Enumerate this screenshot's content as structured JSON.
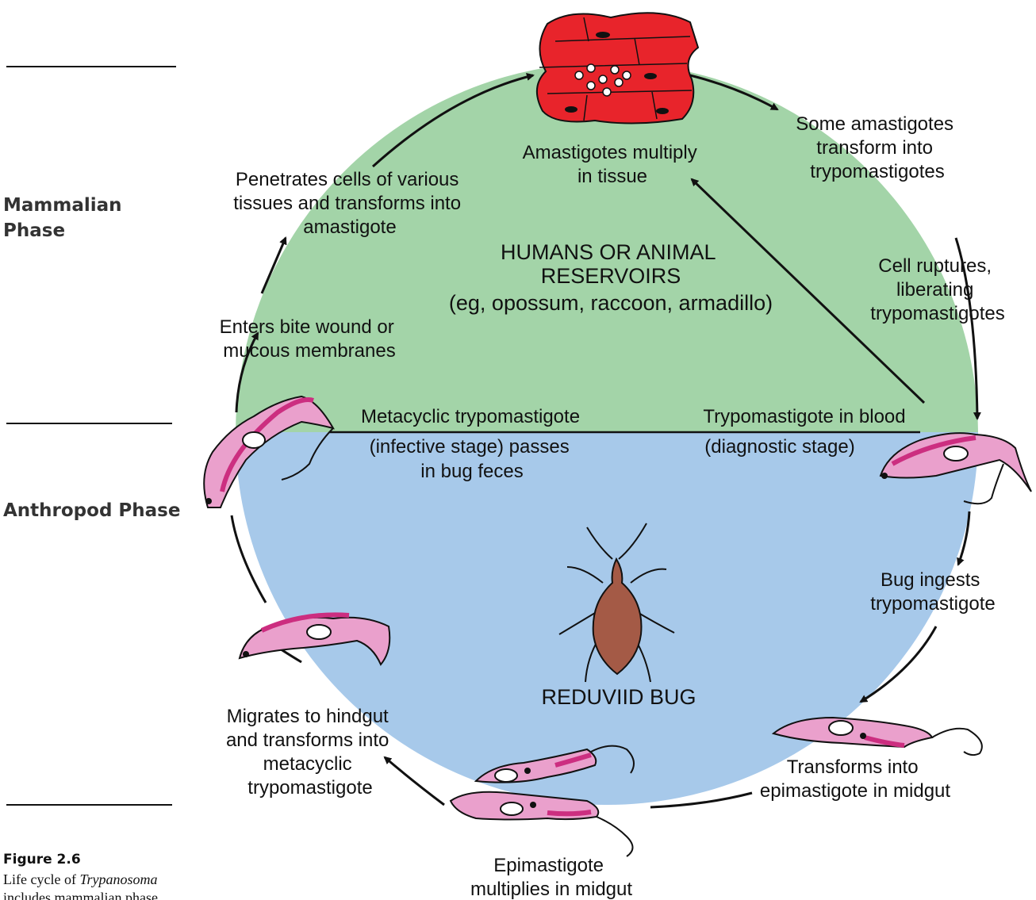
{
  "side_labels": {
    "mammalian": [
      "Mammalian",
      "Phase"
    ],
    "arthropod": "Anthropod Phase"
  },
  "figure": {
    "number": "Figure 2.6",
    "caption_prefix": "Life cycle of ",
    "caption_italic": "Trypanosoma",
    "caption_line2": "includes mammalian phase"
  },
  "center": {
    "hosts": [
      "HUMANS OR ANIMAL",
      "RESERVOIRS",
      "(eg, opossum, raccoon, armadillo)"
    ],
    "bug": "REDUVIID BUG"
  },
  "stages": {
    "amastigotes_multiply": [
      "Amastigotes multiply",
      "in tissue"
    ],
    "some_transform": [
      "Some amastigotes",
      "transform into",
      "trypomastigotes"
    ],
    "penetrates": [
      "Penetrates cells of various",
      "tissues and transforms into",
      "amastigote"
    ],
    "cell_ruptures": [
      "Cell ruptures,",
      "liberating",
      "trypomastigotes"
    ],
    "enters_bite": [
      "Enters bite wound or",
      "mucous membranes"
    ],
    "metacyclic_top": "Metacyclic trypomastigote",
    "metacyclic_bottom": [
      "(infective stage) passes",
      "in bug feces"
    ],
    "blood_top": "Trypomastigote in blood",
    "blood_bottom": "(diagnostic stage)",
    "bug_ingests": [
      "Bug ingests",
      "trypomastigote"
    ],
    "migrates": [
      "Migrates to hindgut",
      "and transforms into",
      "metacyclic",
      "trypomastigote"
    ],
    "transforms_epi": [
      "Transforms into",
      "epimastigote in midgut"
    ],
    "epi_multiplies": [
      "Epimastigote",
      "multiplies in midgut"
    ]
  },
  "colors": {
    "mammalian_fill": "#a3d4a8",
    "arthropod_fill": "#a7c9ea",
    "tissue_red": "#e8242b",
    "parasite_pink": "#eaa0cc",
    "parasite_magenta": "#cc2e80",
    "bug_brown": "#a45a46"
  }
}
